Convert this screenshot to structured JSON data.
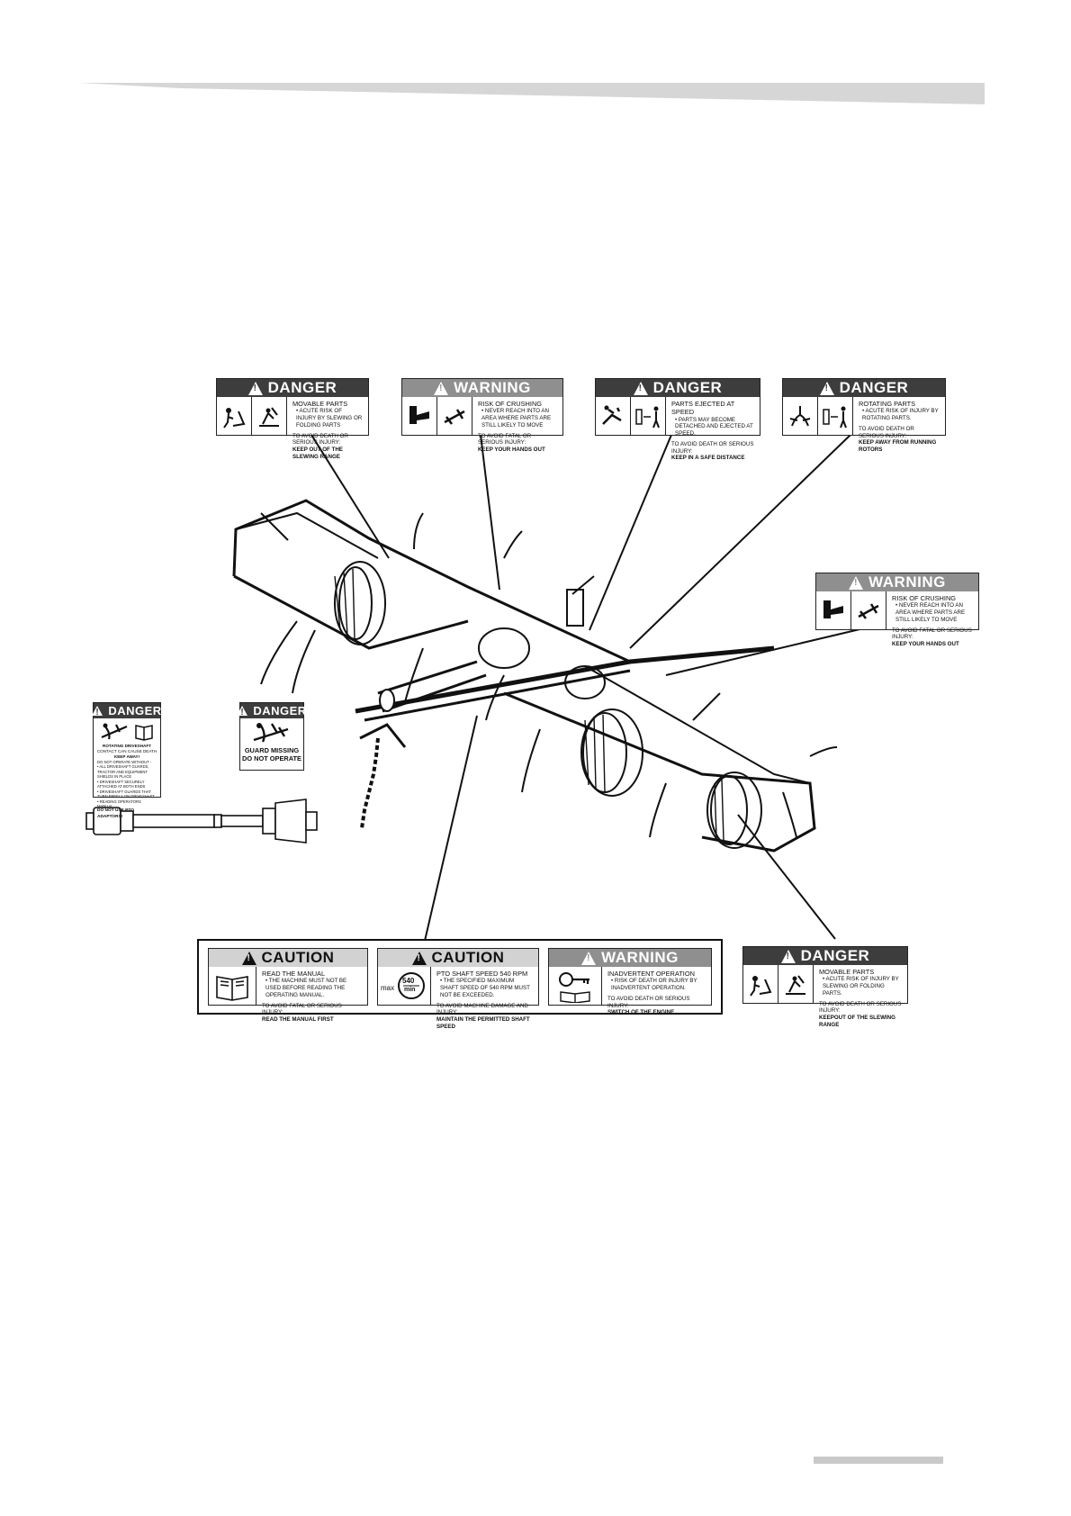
{
  "labels": {
    "top1": {
      "signal": "DANGER",
      "title": "MOVABLE PARTS",
      "bullet": "• ACUTE RISK OF INJURY BY SLEWING OR FOLDING PARTS",
      "avoid": "TO AVOID DEATH OR SERIOUS INJURY:",
      "action": "KEEP OUT OF THE SLEWING RANGE"
    },
    "top2": {
      "signal": "WARNING",
      "title": "RISK OF CRUSHING",
      "bullet": "• NEVER REACH INTO AN AREA WHERE PARTS ARE STILL LIKELY TO MOVE",
      "avoid": "TO AVOID FATAL OR SERIOUS INJURY:",
      "action": "KEEP YOUR HANDS OUT"
    },
    "top3": {
      "signal": "DANGER",
      "title": "PARTS EJECTED AT SPEED",
      "bullet": "• PARTS MAY BECOME DETACHED AND EJECTED AT SPEED.",
      "avoid": "TO AVOID DEATH OR SERIOUS INJURY:",
      "action": "KEEP IN A SAFE DISTANCE"
    },
    "top4": {
      "signal": "DANGER",
      "title": "ROTATING PARTS",
      "bullet": "• ACUTE RISK OF INJURY BY ROTATING PARTS.",
      "avoid": "TO AVOID DEATH OR SERIOUS INJURY:",
      "action": "KEEP AWAY FROM RUNNING ROTORS"
    },
    "right": {
      "signal": "WARNING",
      "title": "RISK OF CRUSHING",
      "bullet": "• NEVER REACH INTO AN AREA WHERE PARTS ARE STILL LIKELY TO MOVE",
      "avoid": "TO AVOID FATAL OR SERIOUS INJURY:",
      "action": "KEEP YOUR HANDS OUT"
    },
    "bottom1": {
      "signal": "CAUTION",
      "title": "READ THE MANUAL",
      "bullet": "• THE MACHINE MUST NOT BE USED BEFORE READING THE OPERATING MANUAL.",
      "avoid": "TO AVOID FATAL OR SERIOUS INJURY:",
      "action": "READ THE MANUAL FIRST"
    },
    "bottom2": {
      "signal": "CAUTION",
      "title": "PTO SHAFT SPEED 540 RPM",
      "bullet": "• THE SPECIFIED MAXIMUM SHAFT SPEED OF 540 RPM MUST NOT BE EXCEEDED.",
      "avoid": "TO AVOID MACHINE DAMAGE AND INJURY:",
      "action": "MAINTAIN THE PERMITTED SHAFT SPEED",
      "pto_max": "max",
      "pto_value": "540",
      "pto_unit": "min"
    },
    "bottom3": {
      "signal": "WARNING",
      "title": "INADVERTENT OPERATION",
      "bullet": "• RISK OF DEATH OR INJURY BY INADVERTENT OPERATION.",
      "avoid": "TO AVOID DEATH OR SERIOUS INJURY:",
      "action": "SWITCH OF THE ENGINE"
    },
    "bottom_right": {
      "signal": "DANGER",
      "title": "MOVABLE PARTS",
      "bullet": "• ACUTE RISK OF INJURY BY SLEWING OR FOLDING PARTS.",
      "avoid": "TO AVOID DEATH OR SERIOUS INJURY:",
      "action": "KEEPOUT OF THE SLEWING RANGE"
    }
  },
  "driveshaft_sticker": {
    "signal": "DANGER",
    "heading": "ROTATING DRIVESHAFT",
    "line1": "CONTACT CAN CAUSE DEATH",
    "line2": "KEEP AWAY!",
    "details": [
      "DO NOT OPERATE WITHOUT -",
      "• ALL DRIVESHAFT GUARDS, TRACTOR AND EQUIPMENT SHIELDS IN PLACE",
      "• DRIVESHAFT SECURELY ATTACHED AT BOTH ENDS",
      "• DRIVESHAFT GUARDS THAT TURN FREELY ON DRIVESHAFT",
      "• READING OPERATORS MANUAL"
    ],
    "footer": "DO NOT USE PTO ADAPTORS!"
  },
  "guard_sticker": {
    "signal": "DANGER",
    "line1": "GUARD MISSING",
    "line2": "DO NOT OPERATE"
  }
}
